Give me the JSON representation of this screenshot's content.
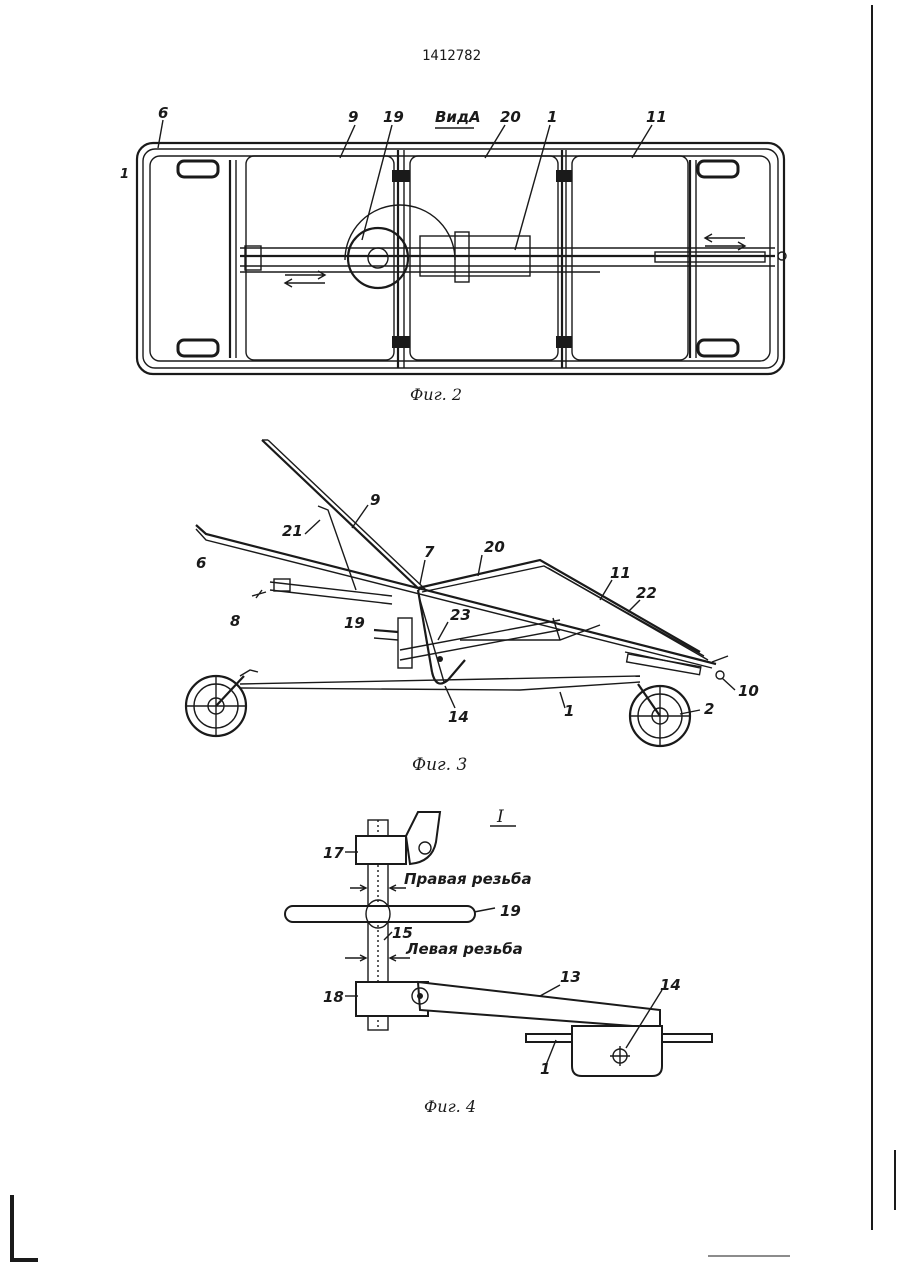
{
  "document": {
    "patent_number": "1412782"
  },
  "fig2": {
    "caption": "Фиг. 2",
    "view_label": "ВидА",
    "labels": {
      "l6": "6",
      "l1_left": "1",
      "l9": "9",
      "l19": "19",
      "l20": "20",
      "l1": "1",
      "l11": "11"
    }
  },
  "fig3": {
    "caption": "Фиг. 3",
    "labels": {
      "l9": "9",
      "l21": "21",
      "l6": "6",
      "l7": "7",
      "l20": "20",
      "l11": "11",
      "l22": "22",
      "l8": "8",
      "l23": "23",
      "l19": "19",
      "l14": "14",
      "l1": "1",
      "l10": "10",
      "l2": "2"
    }
  },
  "fig4": {
    "caption": "Фиг. 4",
    "detail_label": "I",
    "right_thread": "Правая резьба",
    "left_thread": "Левая резьба",
    "labels": {
      "l17": "17",
      "l19": "19",
      "l15": "15",
      "l18": "18",
      "l13": "13",
      "l14": "14",
      "l1": "1"
    }
  }
}
